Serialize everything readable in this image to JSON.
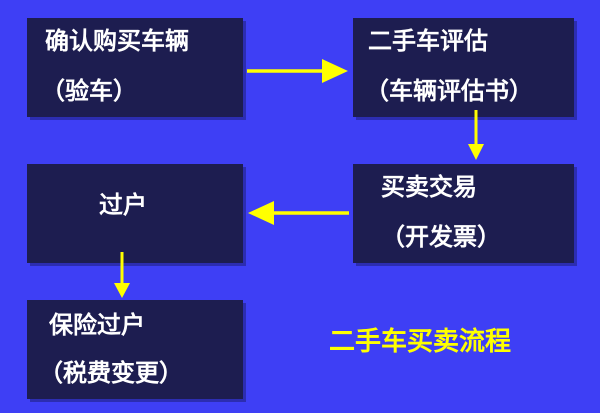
{
  "nodes": {
    "confirm": {
      "title": "确认购买车辆",
      "sub": "（验车）"
    },
    "evaluate": {
      "title": "二手车评估",
      "sub": "（车辆评估书）"
    },
    "trade": {
      "title": "买卖交易",
      "sub": "（开发票）"
    },
    "transfer": {
      "title": "过户"
    },
    "insurance": {
      "title": "保险过户",
      "sub": "（税费变更）"
    }
  },
  "caption": "二手车买卖流程",
  "colors": {
    "background": "#3e3ff5",
    "box": "#1d1d50",
    "text": "#ffffff",
    "arrow": "#ffff00",
    "caption": "#ffff00"
  }
}
